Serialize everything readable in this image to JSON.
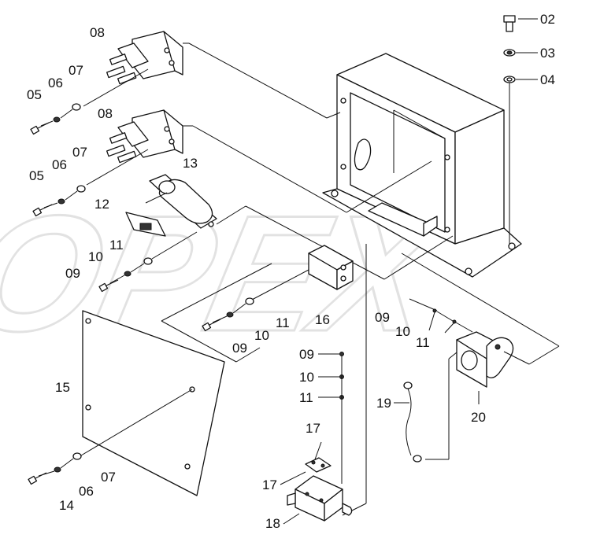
{
  "watermark": "OPEX",
  "colors": {
    "line": "#111111",
    "background": "#ffffff",
    "watermark": "#e6e6e6"
  },
  "callouts": {
    "c02": "02",
    "c03": "03",
    "c04": "04",
    "c08a": "08",
    "c07a": "07",
    "c06a": "06",
    "c05a": "05",
    "c08b": "08",
    "c07b": "07",
    "c06b": "06",
    "c05b": "05",
    "c13": "13",
    "c12": "12",
    "c11a": "11",
    "c10a": "10",
    "c09a": "09",
    "c16": "16",
    "c11b": "11",
    "c10b": "10",
    "c09b": "09",
    "c09c": "09",
    "c10c": "10",
    "c11c": "11",
    "c09d": "09",
    "c10d": "10",
    "c11d": "11",
    "c19": "19",
    "c20": "20",
    "c15": "15",
    "c07c": "07",
    "c06c": "06",
    "c14": "14",
    "c17a": "17",
    "c17b": "17",
    "c18": "18"
  }
}
